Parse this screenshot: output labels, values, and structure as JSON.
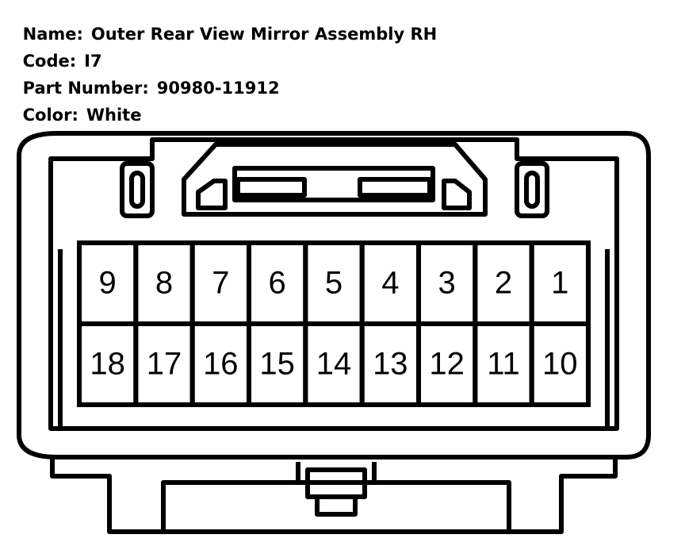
{
  "header": {
    "name_label": "Name:",
    "name_value": "Outer Rear View Mirror Assembly RH",
    "code_label": "Code:",
    "code_value": "I7",
    "part_label": "Part Number:",
    "part_value": "90980-11912",
    "color_label": "Color:",
    "color_value": "White"
  },
  "connector": {
    "top_row_pins": [
      "9",
      "8",
      "7",
      "6",
      "5",
      "4",
      "3",
      "2",
      "1"
    ],
    "bottom_row_pins": [
      "18",
      "17",
      "16",
      "15",
      "14",
      "13",
      "12",
      "11",
      "10"
    ]
  }
}
